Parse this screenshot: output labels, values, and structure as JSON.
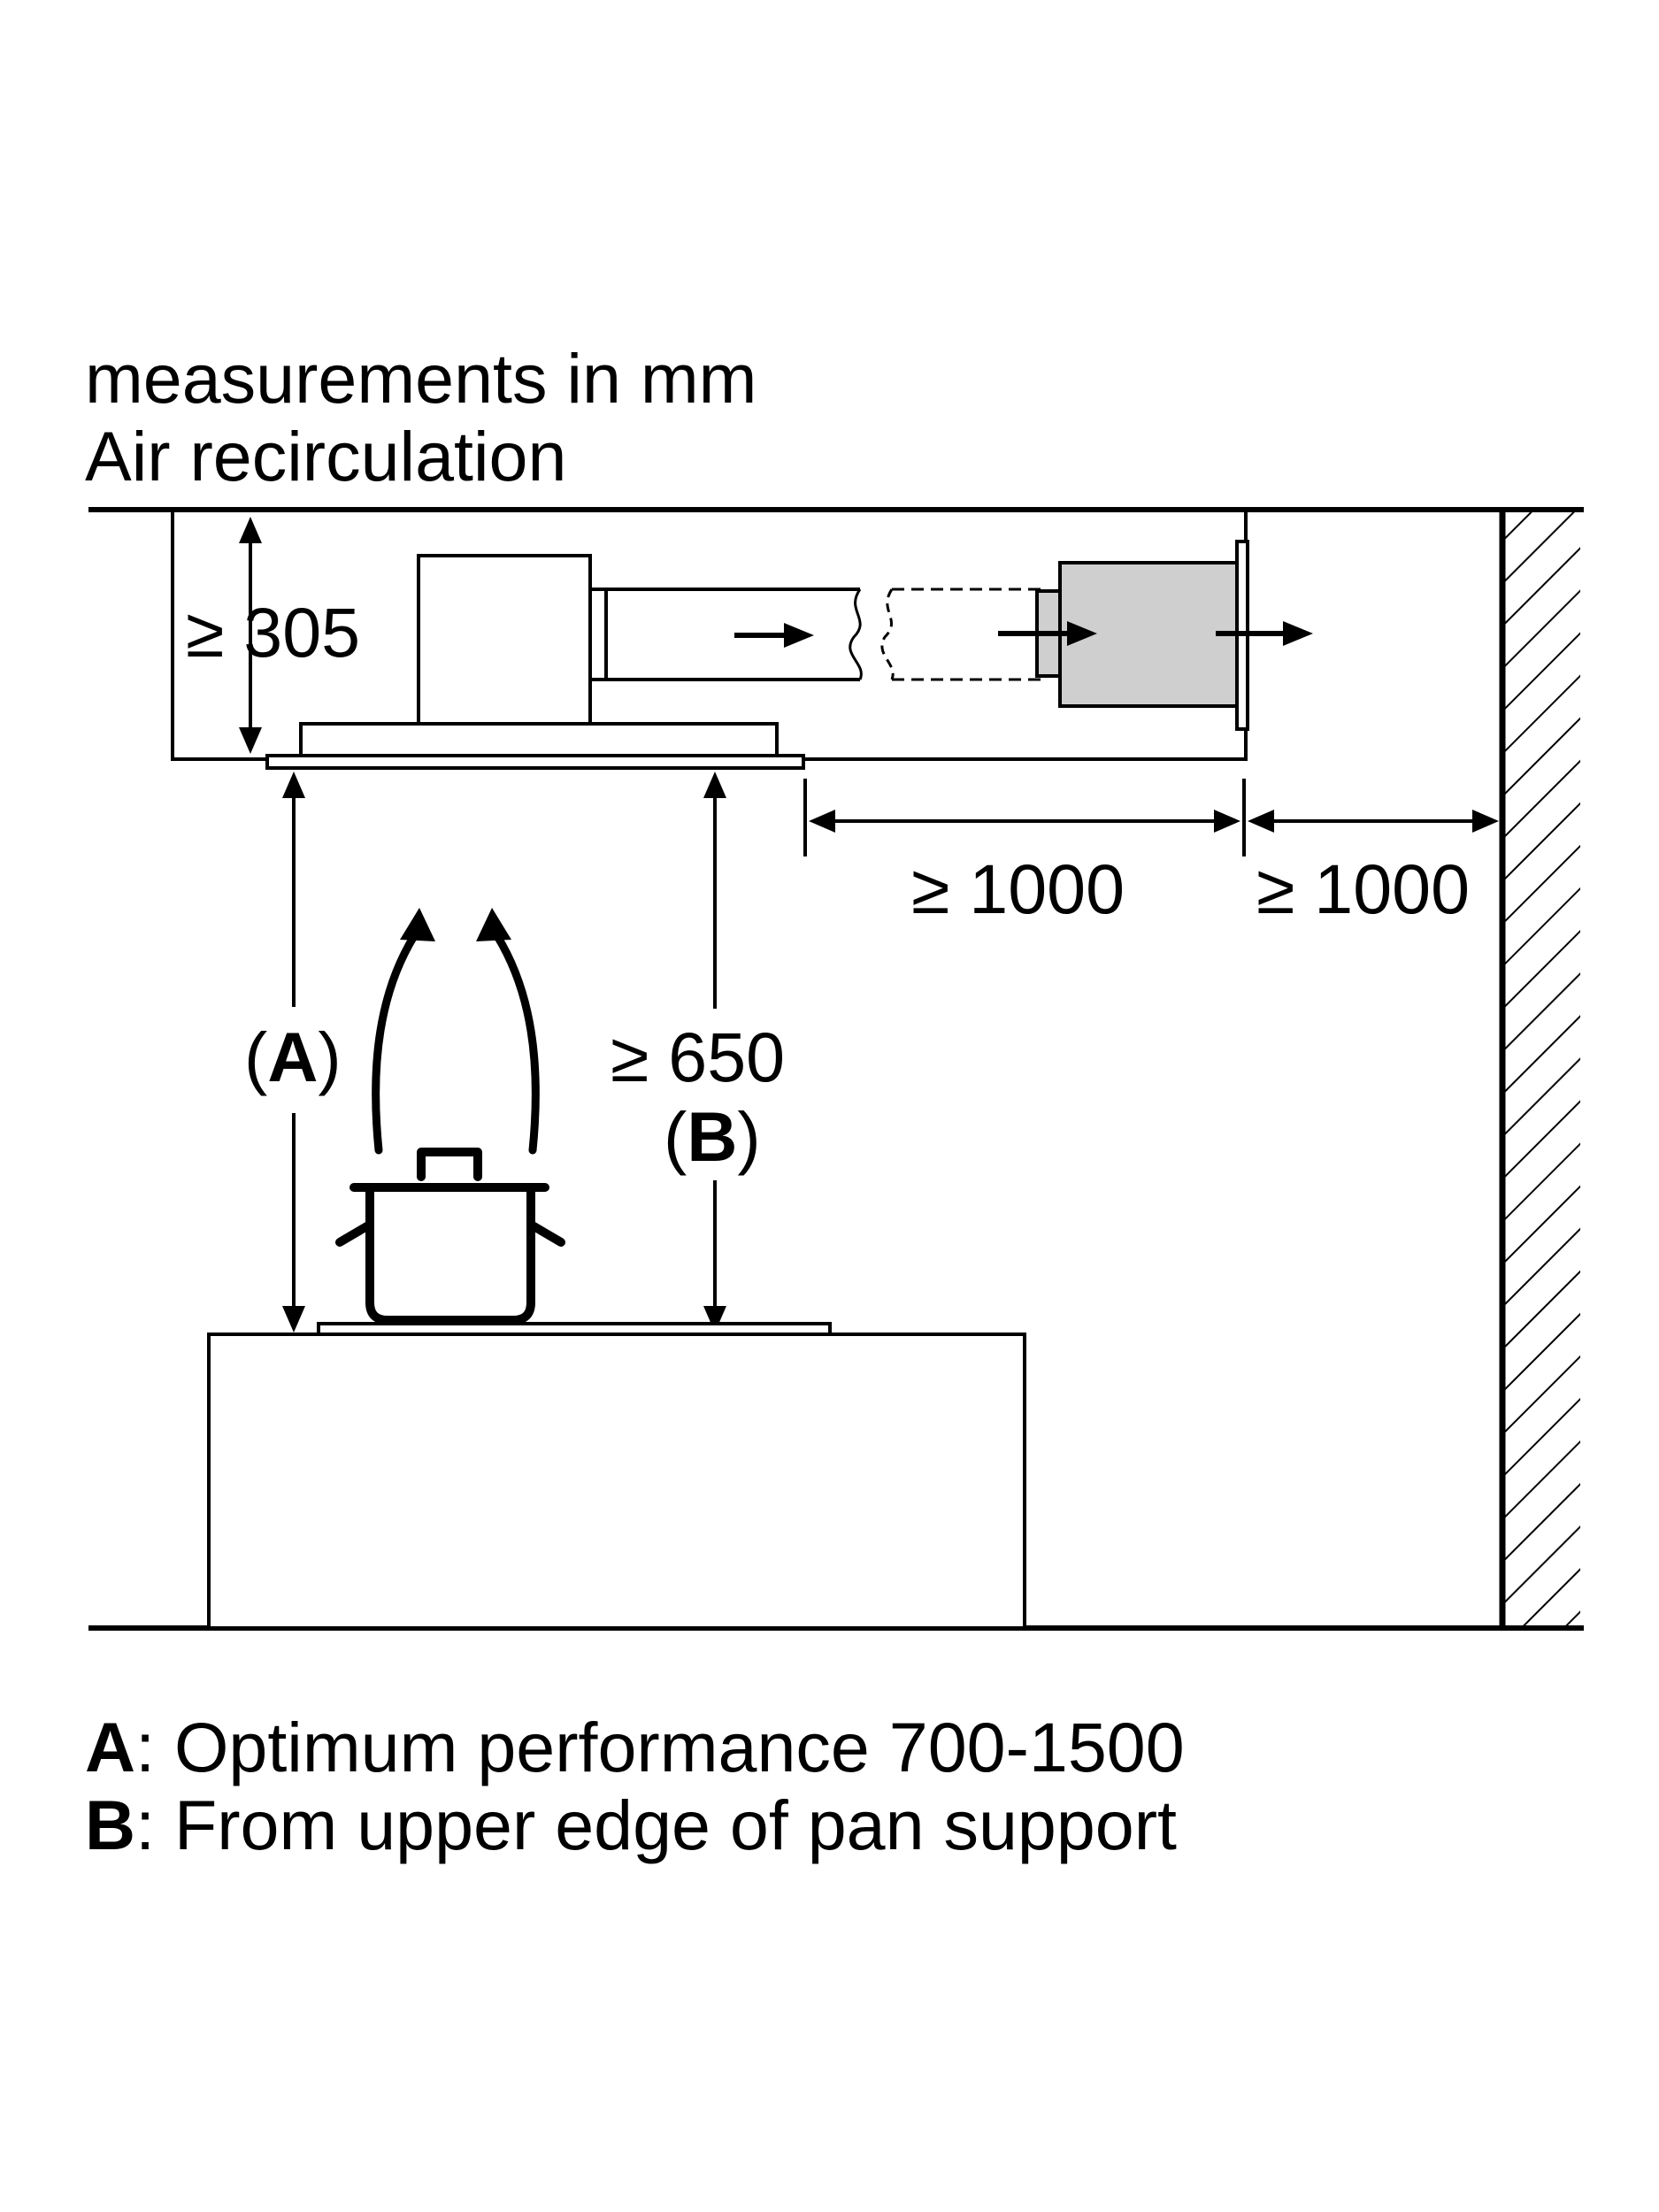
{
  "header": {
    "line1": "measurements in mm",
    "line2": "Air recirculation"
  },
  "dimensions": {
    "hood_height": "≥ 305",
    "side_clearance": "≥ 1000",
    "wall_clearance": "≥ 1000",
    "min_height": "≥ 650",
    "label_a": "(A)",
    "label_b": "(B)",
    "label_a_letter": "A",
    "label_b_letter": "B"
  },
  "legend": [
    {
      "key": "A",
      "text": ": Optimum performance 700-1500"
    },
    {
      "key": "B",
      "text": ": From upper edge of pan support"
    }
  ]
}
